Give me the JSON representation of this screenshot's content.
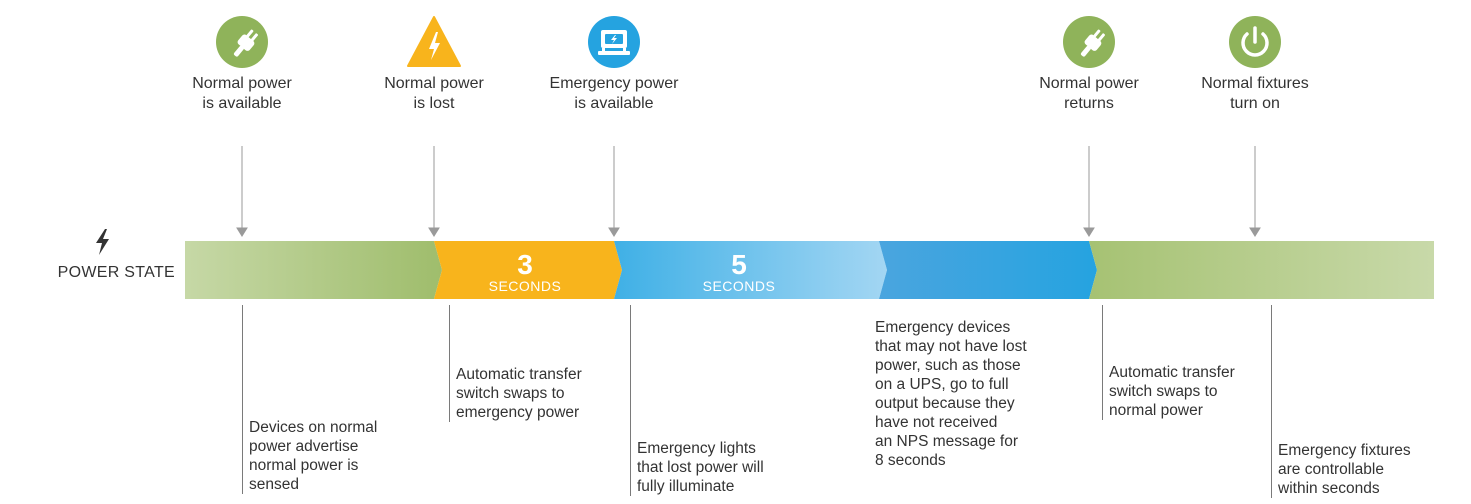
{
  "colors": {
    "green_light": "#c2d5a2",
    "green_dark": "#9fbd6c",
    "orange": "#f8b41c",
    "blue_light": "#9cd2f2",
    "blue_dark": "#25a3e0",
    "arrow": "#9a9a9a",
    "text": "#333333"
  },
  "events": [
    {
      "icon": "plug-icon",
      "label": "Normal power\nis available"
    },
    {
      "icon": "warning-bolt-icon",
      "label": "Normal power\nis lost"
    },
    {
      "icon": "generator-icon",
      "label": "Emergency power\nis available"
    },
    {
      "icon": "plug-icon",
      "label": "Normal power\nreturns"
    },
    {
      "icon": "power-icon",
      "label": "Normal fixtures\nturn on"
    }
  ],
  "power_state": {
    "label": "POWER STATE",
    "icon": "lightning-bolt-icon",
    "segments": [
      {
        "color": "green"
      },
      {
        "color": "orange",
        "number": "3",
        "unit": "SECONDS"
      },
      {
        "color": "blue",
        "number": "5",
        "unit": "SECONDS"
      },
      {
        "color": "blue"
      },
      {
        "color": "green"
      }
    ]
  },
  "descriptions": [
    "Devices on normal\npower advertise\nnormal power is\nsensed",
    "Automatic transfer\nswitch swaps to\nemergency power",
    "Emergency lights\nthat lost power will\nfully illuminate",
    "Emergency devices\nthat may not have lost\npower, such as those\non a UPS, go to full\noutput because they\nhave not received\nan NPS message for\n8 seconds",
    "Automatic transfer\nswitch swaps to\nnormal power",
    "Emergency fixtures\nare controllable\nwithin seconds"
  ]
}
